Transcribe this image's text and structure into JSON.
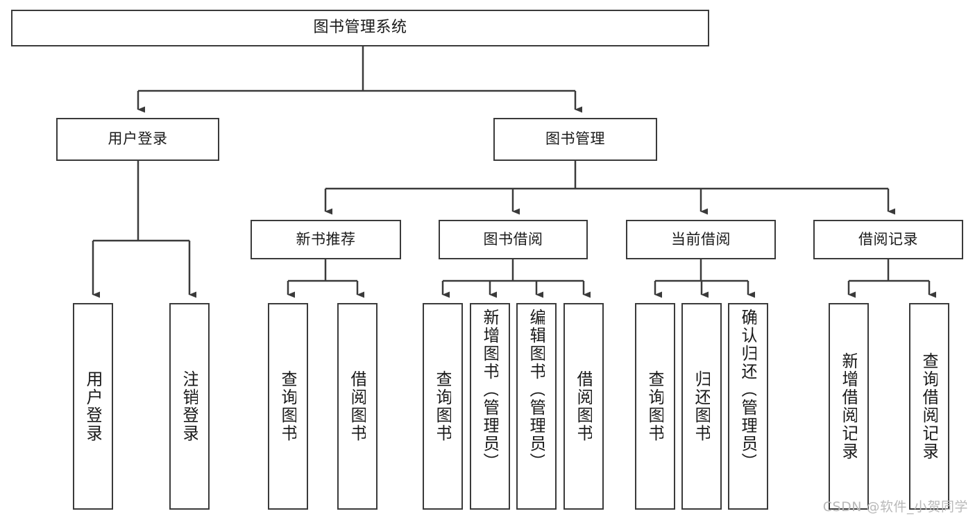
{
  "diagram": {
    "title": "图书管理系统",
    "type": "tree-hierarchy-chart",
    "root": {
      "label": "图书管理系统"
    },
    "level1": [
      {
        "label": "用户登录"
      },
      {
        "label": "图书管理"
      }
    ],
    "level2": [
      {
        "label": "新书推荐"
      },
      {
        "label": "图书借阅"
      },
      {
        "label": "当前借阅"
      },
      {
        "label": "借阅记录"
      }
    ],
    "leaves": {
      "user_login": [
        {
          "label": "用户登录"
        },
        {
          "label": "注销登录"
        }
      ],
      "new_book_recommend": [
        {
          "label": "查询图书"
        },
        {
          "label": "借阅图书"
        }
      ],
      "book_borrow": [
        {
          "label": "查询图书"
        },
        {
          "label": "新增图书（管理员）"
        },
        {
          "label": "编辑图书（管理员）"
        },
        {
          "label": "借阅图书"
        }
      ],
      "current_borrow": [
        {
          "label": "查询图书"
        },
        {
          "label": "归还图书"
        },
        {
          "label": "确认归还（管理员）"
        }
      ],
      "borrow_record": [
        {
          "label": "新增借阅记录"
        },
        {
          "label": "查询借阅记录"
        }
      ]
    }
  },
  "watermark": {
    "text": "CSDN @软件_小贺同学"
  },
  "colors": {
    "border": "#3a3a3a",
    "text": "#1a1a1a",
    "background": "#ffffff",
    "watermark": "#b9b9b9"
  }
}
